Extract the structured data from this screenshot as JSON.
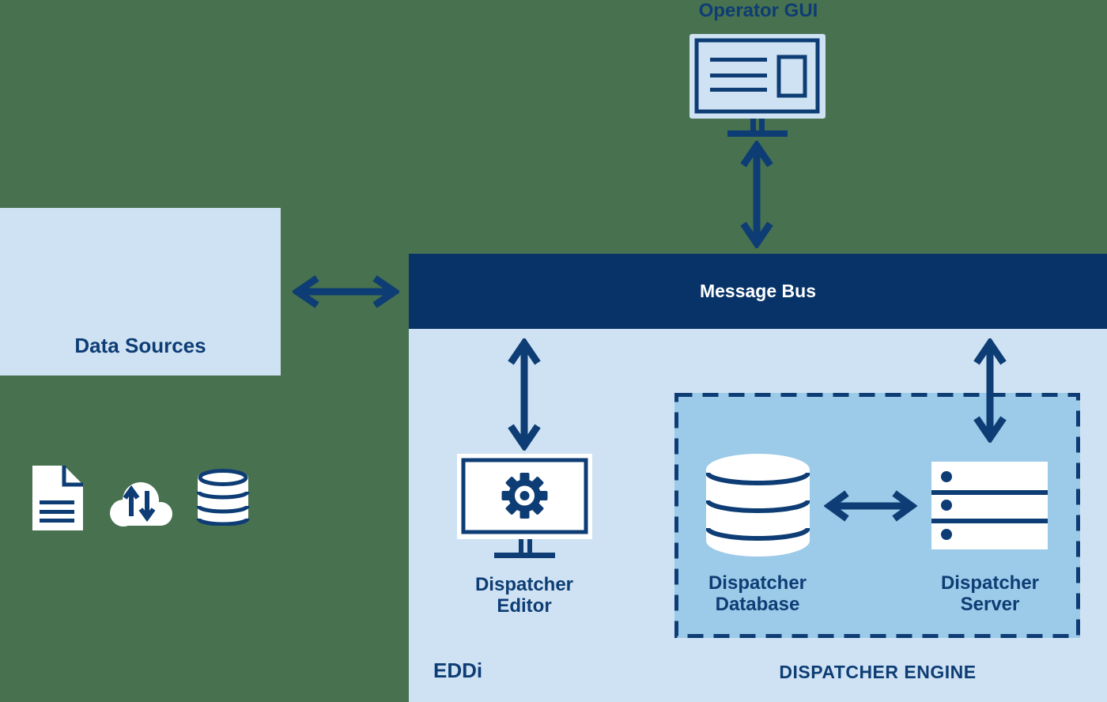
{
  "colors": {
    "background_green": "#48714f",
    "navy": "#0d3d74",
    "message_bus_navy": "#083368",
    "light_blue": "#cfe2f3",
    "engine_medium_blue": "#9ccae9",
    "icon_white": "#ffffff"
  },
  "nodes": {
    "operator_gui": {
      "label": "Operator GUI",
      "icon": "monitor-screen-icon"
    },
    "message_bus": {
      "label": "Message Bus"
    },
    "data_sources": {
      "label": "Data Sources",
      "icons": [
        "document-icon",
        "cloud-sync-icon",
        "database-icon"
      ]
    },
    "eddi": {
      "label": "EDDi"
    },
    "dispatcher_engine": {
      "label": "DISPATCHER ENGINE"
    },
    "dispatcher_editor": {
      "label": "Dispatcher Editor",
      "icon": "monitor-gear-icon"
    },
    "dispatcher_database": {
      "label": "Dispatcher Database",
      "icon": "database-cylinder-icon"
    },
    "dispatcher_server": {
      "label": "Dispatcher Server",
      "icon": "server-rack-icon"
    }
  },
  "connections": [
    {
      "from": "Data Sources",
      "to": "Message Bus",
      "type": "bidirectional-arrow"
    },
    {
      "from": "Operator GUI",
      "to": "Message Bus",
      "type": "bidirectional-arrow"
    },
    {
      "from": "Message Bus",
      "to": "Dispatcher Editor",
      "type": "bidirectional-arrow"
    },
    {
      "from": "Message Bus",
      "to": "Dispatcher Server",
      "type": "bidirectional-arrow"
    },
    {
      "from": "Dispatcher Database",
      "to": "Dispatcher Server",
      "type": "bidirectional-arrow"
    }
  ]
}
